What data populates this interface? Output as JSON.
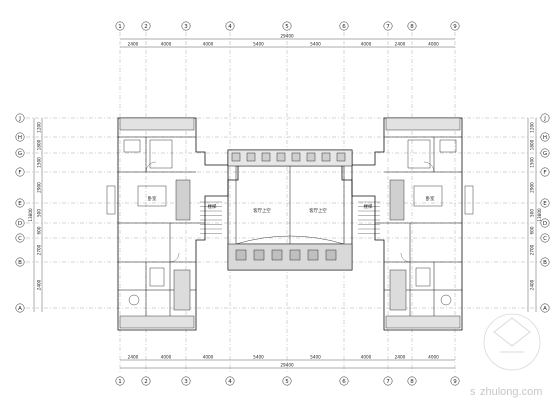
{
  "drawing": {
    "type": "architectural floor plan",
    "grid_axes_columns": [
      "1",
      "2",
      "3",
      "4",
      "5",
      "6",
      "7",
      "8",
      "9"
    ],
    "grid_axes_rows": [
      "J",
      "H",
      "G",
      "F",
      "E",
      "D",
      "C",
      "B",
      "A"
    ],
    "overall_width_top": "29400",
    "overall_width_bottom": "29400",
    "top_segments": [
      "2400",
      "4000",
      "4000",
      "5400",
      "5400",
      "4000",
      "2400",
      "4000"
    ],
    "bottom_segments": [
      "2400",
      "4000",
      "4000",
      "5400",
      "5400",
      "4000",
      "2400",
      "4000"
    ],
    "left_segments": [
      "1200",
      "1800",
      "1500",
      "2900",
      "500",
      "600",
      "2700",
      "2400"
    ],
    "right_segments": [
      "1200",
      "1800",
      "1500",
      "2900",
      "500",
      "600",
      "2700",
      "2400"
    ],
    "left_overall": "13800",
    "right_overall": "13800",
    "rooms": [
      {
        "id": "hall-left",
        "label": "客厅上空"
      },
      {
        "id": "hall-right",
        "label": "客厅上空"
      },
      {
        "id": "bedroom-left",
        "label": "卧室"
      },
      {
        "id": "bedroom-right",
        "label": "卧室"
      },
      {
        "id": "stair-left",
        "label": "楼梯"
      },
      {
        "id": "stair-right",
        "label": "楼梯"
      }
    ],
    "watermark": {
      "brand": "zhulong.com",
      "prefix": "s"
    }
  }
}
